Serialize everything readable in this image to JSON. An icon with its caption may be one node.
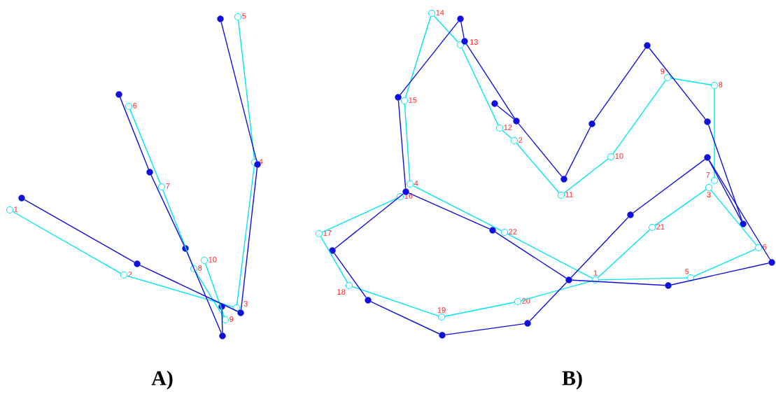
{
  "diagram": {
    "nodes": [
      {
        "text": [
          "1"
        ]
      },
      {
        "text": [
          "2"
        ]
      },
      {
        "text": [
          "3"
        ]
      },
      {
        "text": [
          "4"
        ]
      },
      {
        "text": [
          "5"
        ]
      },
      {
        "text": [
          "6"
        ]
      },
      {
        "text": [
          "7"
        ]
      },
      {
        "text": [
          "8"
        ]
      },
      {
        "text": [
          "9"
        ]
      },
      {
        "text": [
          "10"
        ]
      },
      {
        "text": [],
        "shape": "circle"
      },
      {
        "text": [],
        "shape": "circle"
      },
      {
        "text": [],
        "shape": "circle"
      },
      {
        "text": [],
        "shape": "circle"
      },
      {
        "text": [],
        "shape": "circle"
      },
      {
        "text": [],
        "shape": "circle"
      },
      {
        "text": [],
        "shape": "circle"
      },
      {
        "text": [],
        "shape": "circle"
      },
      {
        "text": [],
        "shape": "circle"
      },
      {
        "text": [],
        "shape": "circle"
      },
      {
        "text": [
          "1"
        ]
      },
      {
        "text": [
          "2"
        ]
      },
      {
        "text": [
          "3"
        ]
      },
      {
        "text": [
          "4"
        ]
      },
      {
        "text": [
          "5"
        ]
      },
      {
        "text": [
          "6"
        ]
      },
      {
        "text": [
          "7"
        ]
      },
      {
        "text": [
          "8"
        ]
      },
      {
        "text": [
          "9"
        ]
      },
      {
        "text": [
          "10"
        ]
      },
      {
        "text": [
          "11"
        ]
      },
      {
        "text": [
          "12"
        ]
      },
      {
        "text": [
          "13"
        ]
      },
      {
        "text": [
          "14"
        ]
      },
      {
        "text": [
          "15"
        ]
      },
      {
        "text": [
          "16"
        ]
      },
      {
        "text": [
          "17"
        ]
      },
      {
        "text": [
          "18"
        ]
      },
      {
        "text": [
          "19"
        ]
      },
      {
        "text": [
          "20"
        ]
      },
      {
        "text": [
          "21"
        ]
      },
      {
        "text": [
          "22"
        ]
      },
      {
        "text": [],
        "shape": "circle"
      },
      {
        "text": [],
        "shape": "circle"
      },
      {
        "text": [],
        "shape": "circle"
      },
      {
        "text": [],
        "shape": "circle"
      },
      {
        "text": [],
        "shape": "circle"
      },
      {
        "text": [],
        "shape": "circle"
      },
      {
        "text": [],
        "shape": "circle"
      },
      {
        "text": [],
        "shape": "circle"
      },
      {
        "text": [],
        "shape": "circle"
      },
      {
        "text": [],
        "shape": "circle"
      },
      {
        "text": [],
        "shape": "circle"
      },
      {
        "text": [],
        "shape": "circle"
      },
      {
        "text": [],
        "shape": "circle"
      },
      {
        "text": [],
        "shape": "circle"
      },
      {
        "text": [],
        "shape": "circle"
      },
      {
        "text": [],
        "shape": "circle"
      },
      {
        "text": [],
        "shape": "circle"
      },
      {
        "text": [],
        "shape": "circle"
      },
      {
        "text": [],
        "shape": "circle"
      },
      {
        "text": [],
        "shape": "circle"
      },
      {
        "text": [],
        "shape": "circle"
      }
    ],
    "edges": [
      {
        "from": 0,
        "to": 1,
        "arrow": "none",
        "color": "#00e5f0"
      },
      {
        "from": 1,
        "to": 2,
        "arrow": "none",
        "color": "#00e5f0"
      },
      {
        "from": 2,
        "to": 3,
        "arrow": "none",
        "color": "#00e5f0"
      },
      {
        "from": 3,
        "to": 4,
        "arrow": "none",
        "color": "#00e5f0"
      },
      {
        "from": 5,
        "to": 6,
        "arrow": "none",
        "color": "#00e5f0"
      },
      {
        "from": 6,
        "to": 7,
        "arrow": "none",
        "color": "#00e5f0"
      },
      {
        "from": 7,
        "to": 8,
        "arrow": "none",
        "color": "#00e5f0"
      },
      {
        "from": 9,
        "to": 8,
        "arrow": "none",
        "color": "#00e5f0"
      },
      {
        "from": 10,
        "to": 12,
        "arrow": "none",
        "color": "#1010dd"
      },
      {
        "from": 12,
        "to": 18,
        "arrow": "none",
        "color": "#1010dd"
      },
      {
        "from": 18,
        "to": 19,
        "arrow": "none",
        "color": "#1010dd"
      },
      {
        "from": 19,
        "to": 15,
        "arrow": "none",
        "color": "#1010dd"
      },
      {
        "from": 11,
        "to": 13,
        "arrow": "none",
        "color": "#1010dd"
      },
      {
        "from": 13,
        "to": 14,
        "arrow": "none",
        "color": "#1010dd"
      },
      {
        "from": 14,
        "to": 17,
        "arrow": "none",
        "color": "#1010dd"
      },
      {
        "from": 16,
        "to": 17,
        "arrow": "none",
        "color": "#1010dd"
      },
      {
        "from": 33,
        "to": 34,
        "arrow": "none",
        "color": "#00e5f0"
      },
      {
        "from": 34,
        "to": 23,
        "arrow": "none",
        "color": "#00e5f0"
      },
      {
        "from": 23,
        "to": 41,
        "arrow": "none",
        "color": "#00e5f0"
      },
      {
        "from": 41,
        "to": 20,
        "arrow": "none",
        "color": "#00e5f0"
      },
      {
        "from": 20,
        "to": 40,
        "arrow": "none",
        "color": "#00e5f0"
      },
      {
        "from": 40,
        "to": 22,
        "arrow": "none",
        "color": "#00e5f0"
      },
      {
        "from": 22,
        "to": 25,
        "arrow": "none",
        "color": "#00e5f0"
      },
      {
        "from": 25,
        "to": 24,
        "arrow": "none",
        "color": "#00e5f0"
      },
      {
        "from": 24,
        "to": 20,
        "arrow": "none",
        "color": "#00e5f0"
      },
      {
        "from": 33,
        "to": 32,
        "arrow": "none",
        "color": "#00e5f0"
      },
      {
        "from": 32,
        "to": 31,
        "arrow": "none",
        "color": "#00e5f0"
      },
      {
        "from": 31,
        "to": 21,
        "arrow": "none",
        "color": "#00e5f0"
      },
      {
        "from": 21,
        "to": 30,
        "arrow": "none",
        "color": "#00e5f0"
      },
      {
        "from": 30,
        "to": 29,
        "arrow": "none",
        "color": "#00e5f0"
      },
      {
        "from": 29,
        "to": 28,
        "arrow": "none",
        "color": "#00e5f0"
      },
      {
        "from": 28,
        "to": 27,
        "arrow": "none",
        "color": "#00e5f0"
      },
      {
        "from": 27,
        "to": 26,
        "arrow": "none",
        "color": "#00e5f0"
      },
      {
        "from": 35,
        "to": 36,
        "arrow": "none",
        "color": "#00e5f0"
      },
      {
        "from": 36,
        "to": 37,
        "arrow": "none",
        "color": "#00e5f0"
      },
      {
        "from": 37,
        "to": 38,
        "arrow": "none",
        "color": "#00e5f0"
      },
      {
        "from": 38,
        "to": 39,
        "arrow": "none",
        "color": "#00e5f0"
      },
      {
        "from": 39,
        "to": 20,
        "arrow": "none",
        "color": "#00e5f0"
      },
      {
        "from": 47,
        "to": 48,
        "arrow": "none",
        "color": "#1010dd"
      },
      {
        "from": 47,
        "to": 44,
        "arrow": "none",
        "color": "#1010dd"
      },
      {
        "from": 44,
        "to": 45,
        "arrow": "none",
        "color": "#1010dd"
      },
      {
        "from": 45,
        "to": 42,
        "arrow": "none",
        "color": "#1010dd"
      },
      {
        "from": 42,
        "to": 43,
        "arrow": "none",
        "color": "#1010dd"
      },
      {
        "from": 43,
        "to": 46,
        "arrow": "none",
        "color": "#1010dd"
      },
      {
        "from": 46,
        "to": 52,
        "arrow": "none",
        "color": "#1010dd"
      },
      {
        "from": 52,
        "to": 54,
        "arrow": "none",
        "color": "#1010dd"
      },
      {
        "from": 54,
        "to": 56,
        "arrow": "none",
        "color": "#1010dd"
      },
      {
        "from": 56,
        "to": 59,
        "arrow": "none",
        "color": "#1010dd"
      },
      {
        "from": 59,
        "to": 61,
        "arrow": "none",
        "color": "#1010dd"
      },
      {
        "from": 59,
        "to": 62,
        "arrow": "none",
        "color": "#1010dd"
      },
      {
        "from": 60,
        "to": 61,
        "arrow": "none",
        "color": "#1010dd"
      },
      {
        "from": 45,
        "to": 49,
        "arrow": "none",
        "color": "#1010dd"
      },
      {
        "from": 49,
        "to": 54,
        "arrow": "none",
        "color": "#1010dd"
      },
      {
        "from": 54,
        "to": 58,
        "arrow": "none",
        "color": "#1010dd"
      },
      {
        "from": 58,
        "to": 62,
        "arrow": "none",
        "color": "#1010dd"
      },
      {
        "from": 48,
        "to": 51,
        "arrow": "none",
        "color": "#1010dd"
      },
      {
        "from": 50,
        "to": 51,
        "arrow": "none",
        "color": "#1010dd"
      },
      {
        "from": 51,
        "to": 53,
        "arrow": "none",
        "color": "#1010dd"
      },
      {
        "from": 53,
        "to": 55,
        "arrow": "none",
        "color": "#1010dd"
      },
      {
        "from": 55,
        "to": 57,
        "arrow": "none",
        "color": "#1010dd"
      },
      {
        "from": 57,
        "to": 60,
        "arrow": "none",
        "color": "#1010dd"
      }
    ],
    "labels": [
      "A)",
      "B)"
    ]
  }
}
